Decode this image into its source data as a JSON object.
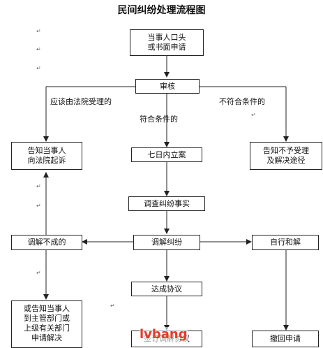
{
  "title": "民间纠纷处理流程图",
  "boxes": {
    "apply": [
      "当事人口头",
      "或书面申请"
    ],
    "review": "审核",
    "notify_court": [
      "告知当事人",
      "向法院起诉"
    ],
    "register": "七日内立案",
    "reject": [
      "告知不予受理",
      "及解决途径"
    ],
    "investigate": "调查纠纷事实",
    "mediate_fail": "调解不成的",
    "mediate": "调解纠纷",
    "self_settle": "自行和解",
    "notify_dept": [
      "或告知当事人",
      "到主管部门或",
      "上级有关部门",
      "申请解决"
    ],
    "agreement": "达成协议",
    "sign": "签订调解协议",
    "withdraw": "撤回申请"
  },
  "labels": {
    "court_branch": "应该由法院受理的",
    "qualified": "符合条件的",
    "unqualified": "不符合条件的"
  },
  "watermark": "lvbang"
}
